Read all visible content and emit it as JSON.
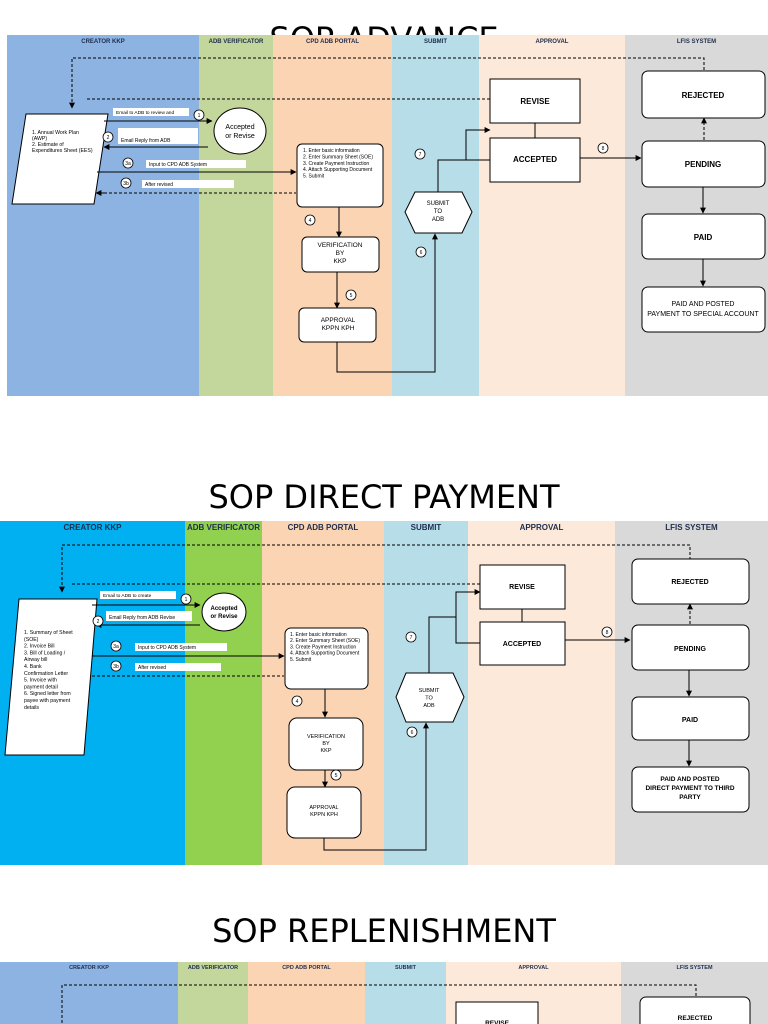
{
  "sections": [
    {
      "title": "SOP ADVANCE",
      "lanes": [
        "CREATOR KKP",
        "ADB VERIFICATOR",
        "CPD ADB PORTAL",
        "SUBMIT",
        "APPROVAL",
        "LFIS SYSTEM"
      ],
      "documents_lines": [
        "1. Annual Work Plan",
        "(AWP)",
        "2. Estimate of",
        "Expenditures Sheet (EES)"
      ],
      "decision": [
        "Accepted",
        "or Revise"
      ],
      "portal_lines": [
        "1. Enter basic information",
        "2. Enter Summary Sheet (SOE)",
        "3. Create Payment Instruction",
        "4. Attach Supporting Document",
        "5. Submit"
      ],
      "verification": [
        "VERIFICATION",
        "BY",
        "KKP"
      ],
      "approval": [
        "APPROVAL",
        "KPPN KPH"
      ],
      "submit": [
        "SUBMIT",
        "TO",
        "ADB"
      ],
      "revise": "REVISE",
      "accepted": "ACCEPTED",
      "rejected": "REJECTED",
      "pending": "PENDING",
      "paid": "PAID",
      "final": [
        "PAID AND POSTED",
        "PAYMENT TO SPECIAL ACCOUNT"
      ],
      "arrows": {
        "email": "Email to ADB to review and",
        "reply": "Email  Reply from ADB",
        "input": "Input to CPD ADB System",
        "revised": "After revised"
      },
      "steps": [
        "1",
        "2",
        "3a",
        "3b",
        "4",
        "5",
        "6",
        "7",
        "8"
      ]
    },
    {
      "title": "SOP DIRECT PAYMENT",
      "lanes": [
        "CREATOR KKP",
        "ADB VERIFICATOR",
        "CPD ADB PORTAL",
        "SUBMIT",
        "APPROVAL",
        "LFIS SYSTEM"
      ],
      "documents_lines": [
        "1. Summary of Sheet",
        "(SOE)",
        "2. Invoice Bill",
        "3. Bill of Loading /",
        "Airway bill",
        "4. Bank",
        "Confirmation Letter",
        "5. Invoice with",
        "payment detail",
        "6. Signed letter from",
        "payee with payment",
        "details"
      ],
      "decision": [
        "Accepted",
        "or Revise"
      ],
      "portal_lines": [
        "1. Enter basic information",
        "2. Enter Summary Sheet (SOE)",
        "3. Create Payment Instruction",
        "4. Attach Supporting Document",
        "5. Submit"
      ],
      "verification": [
        "VERIFICATION",
        "BY",
        "KKP"
      ],
      "approval": [
        "APPROVAL",
        "KPPN KPH"
      ],
      "submit": [
        "SUBMIT",
        "TO",
        "ADB"
      ],
      "revise": "REVISE",
      "accepted": "ACCEPTED",
      "rejected": "REJECTED",
      "pending": "PENDING",
      "paid": "PAID",
      "final": [
        "PAID AND POSTED",
        "DIRECT PAYMENT TO  THIRD",
        "PARTY"
      ],
      "arrows": {
        "email": "Email to ADB to create",
        "reply": "Email  Reply from ADB Revise",
        "input": "Input to CPD ADB System",
        "revised": "After revised"
      },
      "steps": [
        "1",
        "2",
        "3a",
        "3b",
        "4",
        "5",
        "6",
        "7",
        "8"
      ]
    },
    {
      "title": "SOP REPLENISHMENT",
      "lanes": [
        "CREATOR KKP",
        "ADB VERIFICATOR",
        "CPD ADB PORTAL",
        "SUBMIT",
        "APPROVAL",
        "LFIS SYSTEM"
      ],
      "revise": "REVISE",
      "rejected": "REJECTED"
    }
  ],
  "colors": {
    "creator_a": "#8db3e2",
    "verif_a": "#c3d69b",
    "portal_a": "#fbd4b4",
    "submit_a": "#b7dde8",
    "approval_a": "#fde9d9",
    "lfis_a": "#d9d9d9",
    "creator_b": "#00b0f0",
    "verif_b": "#92d050",
    "portal_b": "#fbd4b4",
    "submit_b": "#b7dde8",
    "approval_b": "#fde9d9",
    "lfis_b": "#d9d9d9"
  }
}
